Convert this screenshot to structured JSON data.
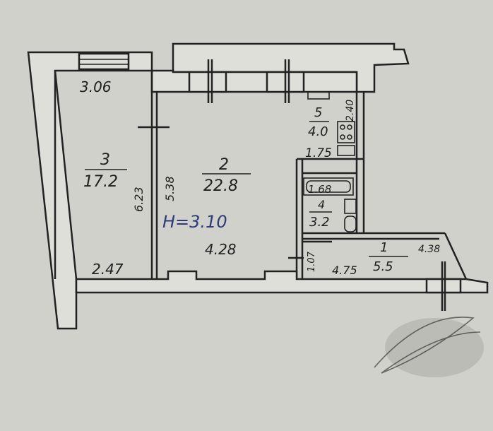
{
  "rooms": [
    {
      "number": "3",
      "area": "17.2"
    },
    {
      "number": "2",
      "area": "22.8"
    },
    {
      "number": "5",
      "area": "4.0"
    },
    {
      "number": "4",
      "area": "3.2"
    },
    {
      "number": "1",
      "area": "5.5"
    }
  ],
  "dimensions": {
    "room3_top": "3.06",
    "room3_side": "6.23",
    "room3_bottom": "2.47",
    "room2_side": "5.38",
    "room2_bottom": "4.28",
    "room5_side": "2.40",
    "room5_bottom": "1.75",
    "room4_top": "1.68",
    "room1_left": "1.07",
    "room1_bottom": "4.75",
    "room1_top": "4.38"
  },
  "ceiling_height": "H=3.10"
}
